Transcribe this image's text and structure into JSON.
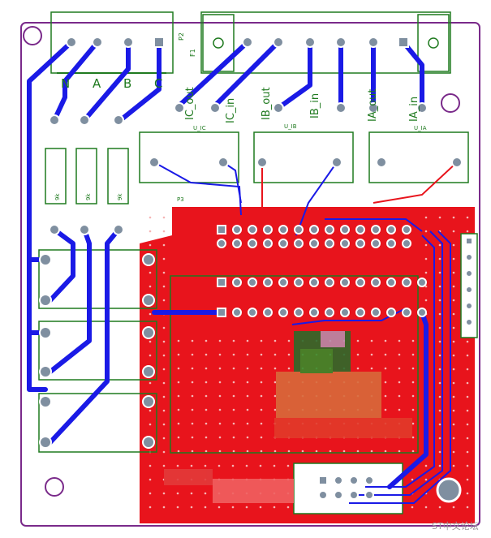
{
  "board": {
    "top_labels": [
      "N",
      "A",
      "B",
      "C"
    ],
    "signal_labels": [
      "IC_out",
      "IC_in",
      "IB_out",
      "IB_in",
      "IA_out",
      "IA_in"
    ],
    "connector_labels": [
      "P2",
      "F1",
      "P3"
    ],
    "sensor_labels": [
      "U_IC",
      "U_IB",
      "U_IA"
    ],
    "resistor_labels": [
      "9k",
      "9k",
      "9k"
    ]
  },
  "watermark": "ST中文论坛",
  "colors": {
    "board_outline": "#7a2a8a",
    "copper_top": "#e8141c",
    "copper_bottom": "#1a1ae6",
    "silkscreen": "#1f7a1f",
    "pad": "#7f8fa0"
  }
}
